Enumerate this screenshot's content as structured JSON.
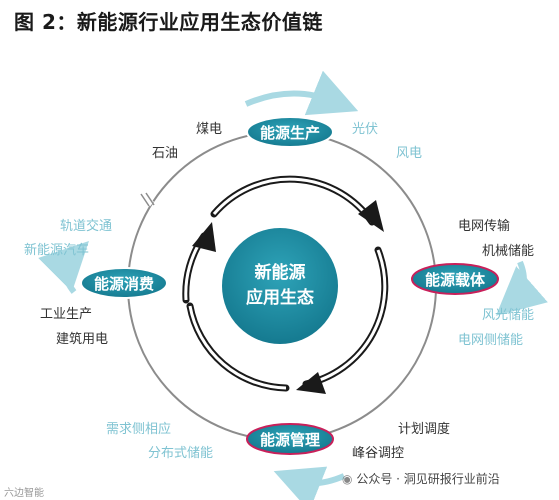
{
  "title": "图 2：新能源行业应用生态价值链",
  "center": {
    "line1": "新能源",
    "line2": "应用生态"
  },
  "nodes": {
    "production": "能源生产",
    "carrier": "能源载体",
    "management": "能源管理",
    "consumption": "能源消费"
  },
  "labels": {
    "coal_power": "煤电",
    "oil": "石油",
    "pv": "光伏",
    "wind": "风电",
    "grid_transmission": "电网传输",
    "mechanical_storage": "机械储能",
    "wind_solar_storage": "风光储能",
    "grid_side_storage": "电网侧储能",
    "rail_transit": "轨道交通",
    "nev": "新能源汽车",
    "industrial_production": "工业生产",
    "building_power": "建筑用电",
    "demand_response": "需求侧相应",
    "distributed_storage": "分布式储能",
    "planned_dispatch": "计划调度",
    "peak_valley": "峰谷调控"
  },
  "footer": "公众号 · 洞见研报行业前沿",
  "watermark": "六边智能",
  "colors": {
    "teal": "#1f8aa0",
    "teal_dark": "#126f84",
    "light_blue": "#a9d9e3",
    "ring": "#8c8c8c",
    "arrow": "#1a1a1a"
  }
}
